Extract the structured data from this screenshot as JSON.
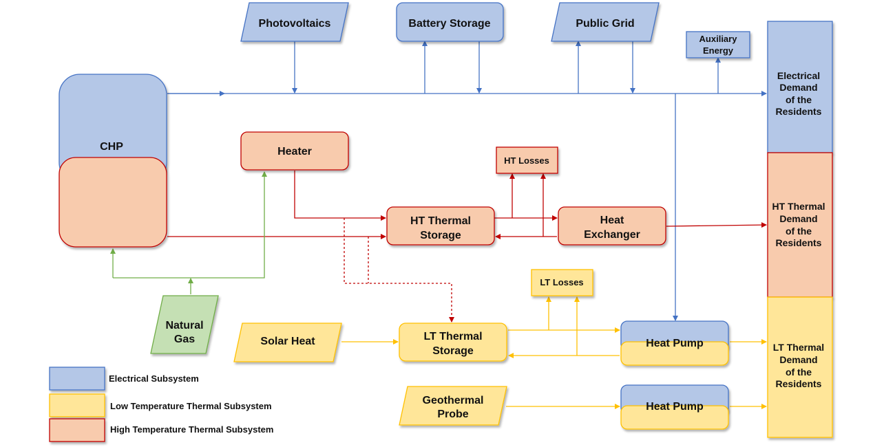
{
  "nodes": {
    "photovoltaics": "Photovoltaics",
    "battery_storage": "Battery Storage",
    "public_grid": "Public Grid",
    "auxiliary_energy": [
      "Auxiliary",
      "Energy"
    ],
    "electrical_demand": [
      "Electrical",
      "Demand",
      "of the",
      "Residents"
    ],
    "chp": "CHP",
    "heater": "Heater",
    "ht_losses": "HT Losses",
    "ht_thermal_storage": [
      "HT Thermal",
      "Storage"
    ],
    "heat_exchanger": [
      "Heat",
      "Exchanger"
    ],
    "ht_thermal_demand": [
      "HT Thermal",
      "Demand",
      "of the",
      "Residents"
    ],
    "lt_losses": "LT Losses",
    "natural_gas": [
      "Natural",
      "Gas"
    ],
    "solar_heat": "Solar Heat",
    "lt_thermal_storage": [
      "LT Thermal",
      "Storage"
    ],
    "heat_pump_1": "Heat Pump",
    "lt_thermal_demand": [
      "LT Thermal",
      "Demand",
      "of the",
      "Residents"
    ],
    "geothermal_probe": [
      "Geothermal",
      "Probe"
    ],
    "heat_pump_2": "Heat Pump"
  },
  "legend": {
    "electrical": "Electrical Subsystem",
    "low_temp": "Low Temperature Thermal Subsystem",
    "high_temp": "High Temperature Thermal Subsystem"
  },
  "colors": {
    "electrical_fill": "#b4c7e7",
    "electrical_stroke": "#4472c4",
    "high_temp_fill": "#f8cbad",
    "high_temp_stroke": "#c00000",
    "low_temp_fill": "#ffe699",
    "low_temp_stroke": "#ffc000",
    "gas_fill": "#c5e0b4",
    "gas_stroke": "#70ad47"
  }
}
